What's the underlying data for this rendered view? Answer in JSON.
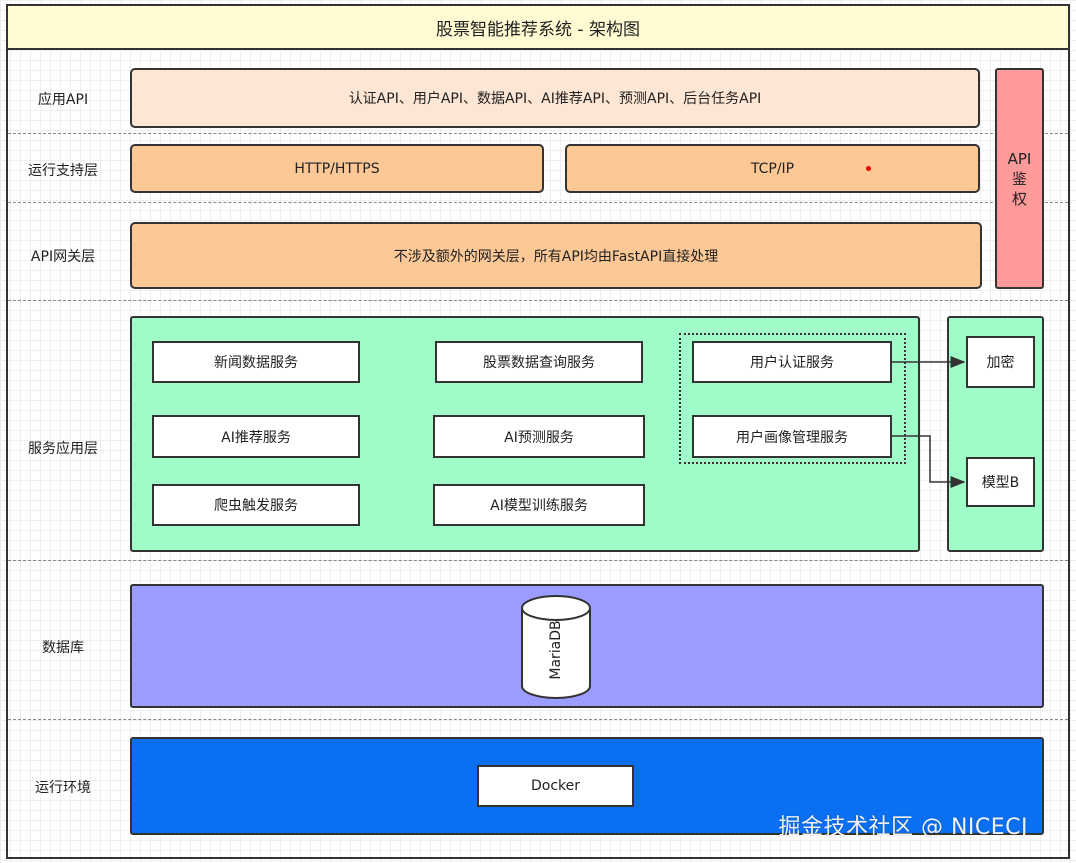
{
  "title": "股票智能推荐系统 - 架构图",
  "layers": {
    "app_api": "应用API",
    "runtime_support": "运行支持层",
    "api_gateway": "API网关层",
    "service_app": "服务应用层",
    "database": "数据库",
    "runtime_env": "运行环境"
  },
  "app_api_box": "认证API、用户API、数据API、AI推荐API、预测API、后台任务API",
  "runtime_support_boxes": [
    "HTTP/HTTPS",
    "TCP/IP"
  ],
  "gateway_box": "不涉及额外的网关层，所有API均由FastAPI直接处理",
  "api_auth": "API\n鉴\n权",
  "services": {
    "news": "新闻数据服务",
    "stock_query": "股票数据查询服务",
    "user_auth": "用户认证服务",
    "ai_recommend": "AI推荐服务",
    "ai_predict": "AI预测服务",
    "user_profile": "用户画像管理服务",
    "crawler": "爬虫触发服务",
    "ai_training": "AI模型训练服务"
  },
  "side": {
    "encrypt": "加密",
    "model_b": "模型B"
  },
  "database_box": "MariaDB",
  "runtime_box": "Docker",
  "watermark": "掘金技术社区 @ NICECJ",
  "colors": {
    "title_bg": "#fffad1",
    "app_api": "#fde6d3",
    "runtime": "#fcc896",
    "auth": "#ff9a9a",
    "service": "#9ffcc9",
    "database": "#9a9cff",
    "env": "#0a6ff0"
  }
}
